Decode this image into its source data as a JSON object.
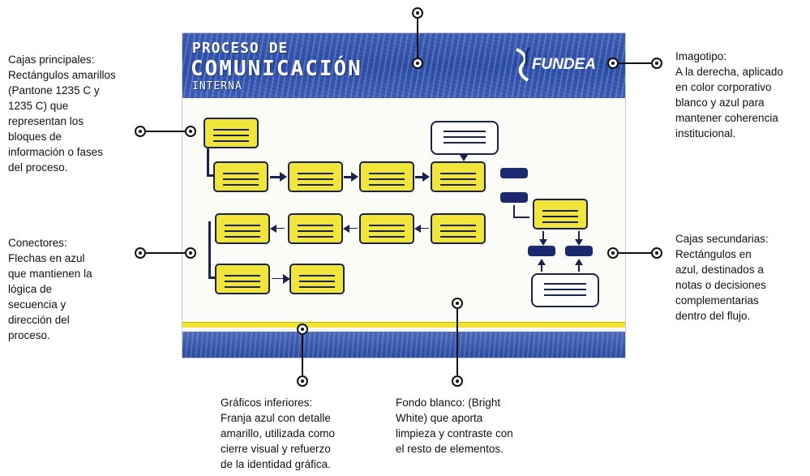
{
  "poster": {
    "title_line1": "PROCESO DE",
    "title_line2": "COMUNICACIÓN",
    "title_line3": "INTERNA",
    "logo": "FUNDEA"
  },
  "annotations": {
    "cajas_principales": "Cajas principales:\nRectángulos amarillos\n(Pantone 1235 C y\n1235 C) que\nrepresentan los\nbloques de\ninformación o fases\ndel proceso.",
    "conectores": "Conectores:\nFlechas en azul\nque mantienen la\nlógica de\nsecuencia y\ndirección del\nproceso.",
    "imagotipo": "Imagotipo:\nA la derecha, aplicado\nen color corporativo\nblanco y azul para\nmantener coherencia\ninstitucional.",
    "cajas_secundarias": "Cajas secundarias:\nRectángulos en\nazul, destinados a\nnotas o decisiones\ncomplementarias\ndentro del flujo.",
    "graficos_inferiores": "Gráficos inferiores:\nFranja azul con detalle\namarillo, utilizada como\ncierre visual y refuerzo\nde la identidad gráfica.",
    "fondo_blanco": "Fondo blanco: (Bright\nWhite) que aporta\nlimpieza y contraste con\nel resto de elementos."
  },
  "colors": {
    "primary_blue": "#2d4ea8",
    "box_yellow": "#f2e53a",
    "dark_blue": "#1b2a6e",
    "background": "#ffffff"
  }
}
